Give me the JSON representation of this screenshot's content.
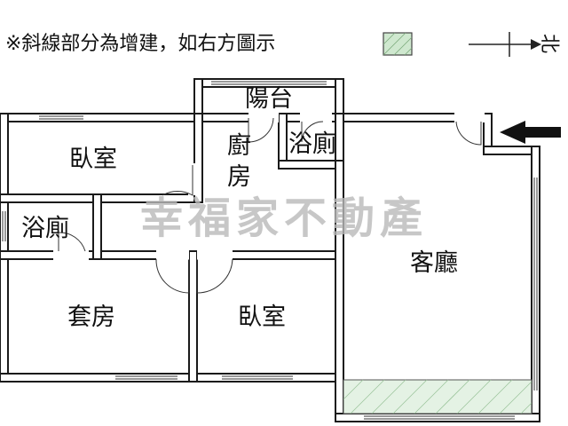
{
  "legend": {
    "note": "※斜線部分為增建，如右方圖示",
    "swatch_color": "#cfe8cf",
    "compass_label": "北"
  },
  "watermark": {
    "text": "幸福家不動產",
    "color": "#b9b9b9"
  },
  "rooms": {
    "balcony": "陽台",
    "bedroom_top": "臥室",
    "kitchen_line1": "廚",
    "kitchen_line2": "房",
    "bathroom_top": "浴廁",
    "bathroom_left": "浴廁",
    "living_room": "客廳",
    "master_suite": "套房",
    "bedroom_bottom": "臥室"
  },
  "icons": {
    "compass": "north-arrow-icon",
    "entrance": "entrance-arrow-icon"
  }
}
